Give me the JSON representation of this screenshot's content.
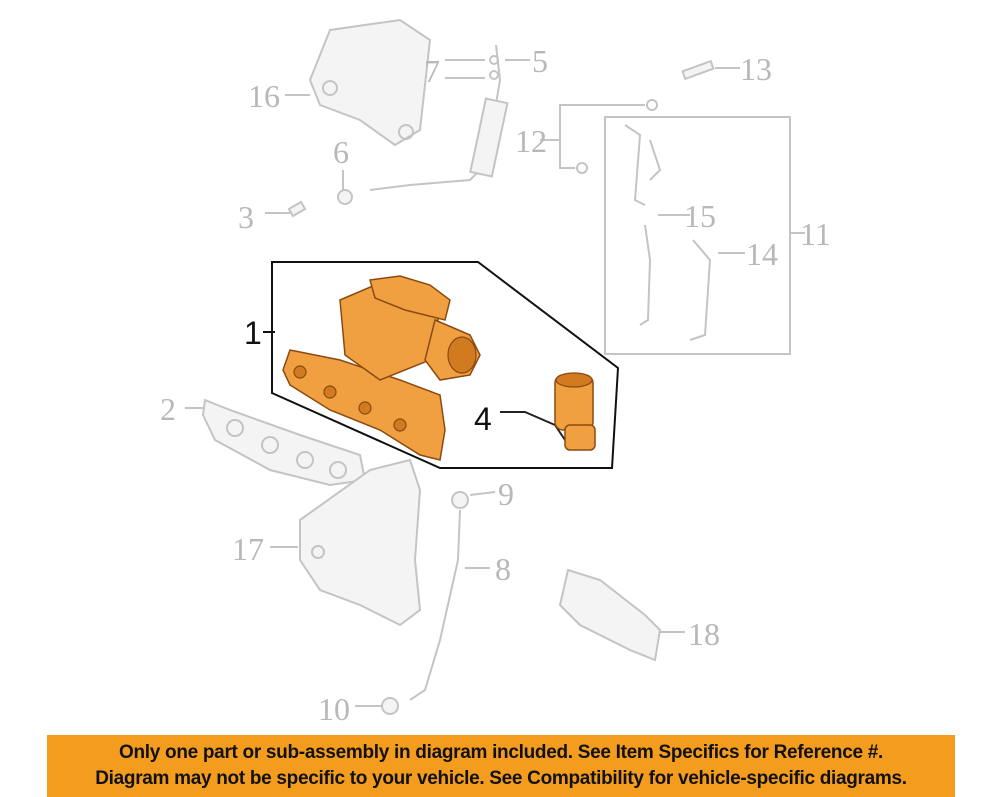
{
  "callouts": {
    "c1": "1",
    "c2": "2",
    "c3": "3",
    "c4": "4",
    "c5": "5",
    "c6": "6",
    "c7": "7",
    "c8": "8",
    "c9": "9",
    "c10": "10",
    "c11": "11",
    "c12": "12",
    "c13": "13",
    "c14": "14",
    "c15": "15",
    "c16": "16",
    "c17": "17",
    "c18": "18"
  },
  "colors": {
    "highlight": "#f0a040",
    "banner": "#f39c1e",
    "ghost": "#c4c4c4"
  },
  "banner": {
    "line1": "Only one part or sub-assembly in diagram included. See Item Specifics for Reference #.",
    "line2": "Diagram may not be specific to your vehicle. See Compatibility for vehicle-specific diagrams."
  }
}
